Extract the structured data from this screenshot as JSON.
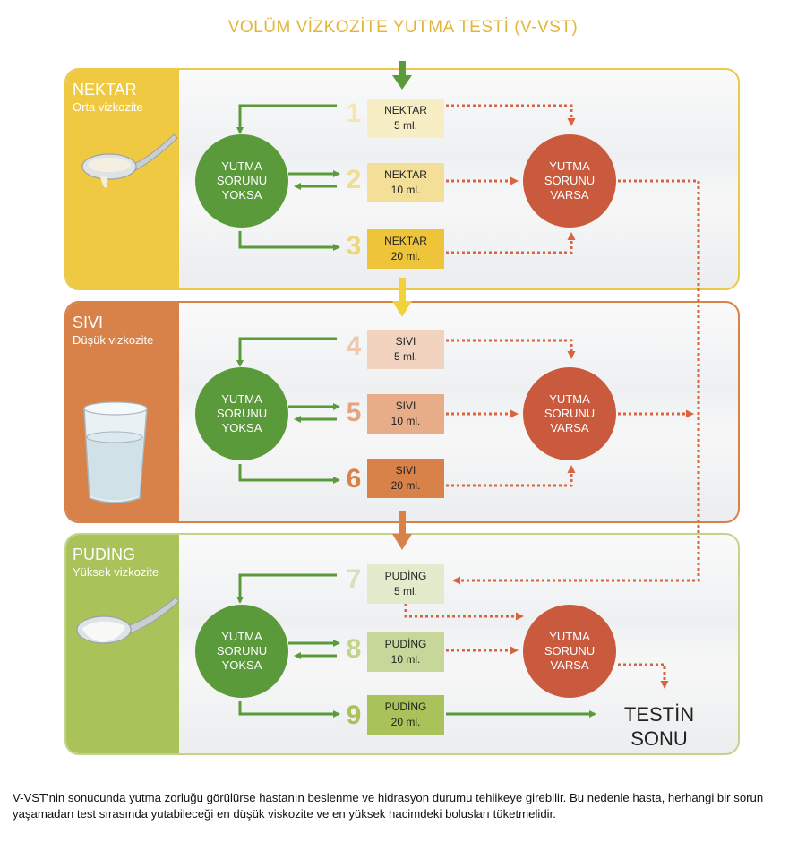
{
  "title": "VOLÜM VİZKOZİTE YUTMA TESTİ (V-VST)",
  "sections": [
    {
      "name": "NEKTAR",
      "viscosity": "Orta vizkozite",
      "color": "#efc942"
    },
    {
      "name": "SIVI",
      "viscosity": "Düşük vizkozite",
      "color": "#d8824a"
    },
    {
      "name": "PUDİNG",
      "viscosity": "Yüksek vizkozite",
      "color": "#a9c25a"
    }
  ],
  "steps": [
    {
      "number": "1",
      "label": "NEKTAR",
      "volume": "5 ml."
    },
    {
      "number": "2",
      "label": "NEKTAR",
      "volume": "10 ml."
    },
    {
      "number": "3",
      "label": "NEKTAR",
      "volume": "20 ml."
    },
    {
      "number": "4",
      "label": "SIVI",
      "volume": "5 ml."
    },
    {
      "number": "5",
      "label": "SIVI",
      "volume": "10 ml."
    },
    {
      "number": "6",
      "label": "SIVI",
      "volume": "20 ml."
    },
    {
      "number": "7",
      "label": "PUDİNG",
      "volume": "5 ml."
    },
    {
      "number": "8",
      "label": "PUDİNG",
      "volume": "10 ml."
    },
    {
      "number": "9",
      "label": "PUDİNG",
      "volume": "20 ml."
    }
  ],
  "no_problem": [
    "YUTMA",
    "SORUNU",
    "YOKSA"
  ],
  "problem": [
    "YUTMA",
    "SORUNU",
    "VARSA"
  ],
  "end": [
    "TESTİN",
    "SONU"
  ],
  "footer": "V-VST'nin sonucunda yutma zorluğu görülürse hastanın beslenme ve hidrasyon durumu tehlikeye girebilir. Bu nedenle hasta, herhangi bir sorun yaşamadan test sırasında yutabileceği en düşük viskozite ve en yüksek hacimdeki bolusları tüketmelidir.",
  "colors": {
    "title": "#e3b53a",
    "green": "#5a9a3a",
    "red": "#c95a3d",
    "nektar": "#efc942",
    "sivi": "#d8824a",
    "puding": "#a9c25a"
  }
}
